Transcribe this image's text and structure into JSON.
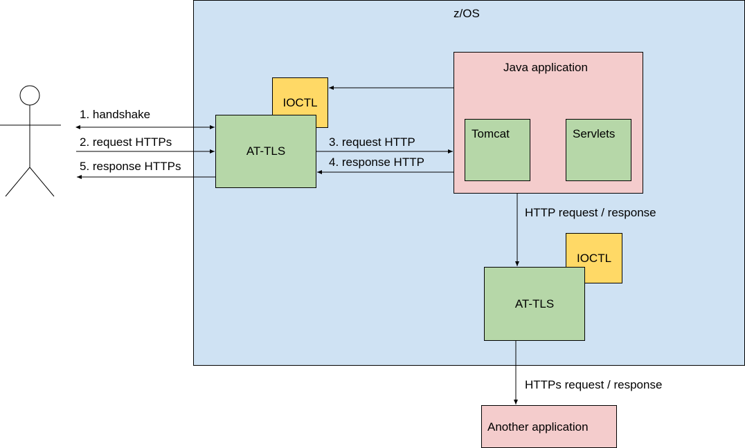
{
  "zos_label": "z/OS",
  "java_app_label": "Java application",
  "tomcat_label": "Tomcat",
  "servlets_label": "Servlets",
  "ioctl_top_label": "IOCTL",
  "ioctl_bottom_label": "IOCTL",
  "attls_left_label": "AT-TLS",
  "attls_bottom_label": "AT-TLS",
  "another_app_label": "Another application",
  "flows": {
    "handshake": "1. handshake",
    "request_https": "2. request HTTPs",
    "request_http": "3. request HTTP",
    "response_http": "4. response HTTP",
    "response_https": "5. response HTTPs",
    "http_req_resp": "HTTP request / response",
    "https_req_resp": "HTTPs request / response"
  },
  "colors": {
    "zos": "#cfe2f3",
    "pink": "#f4cccc",
    "green": "#b6d7a8",
    "yellow": "#ffd966"
  }
}
